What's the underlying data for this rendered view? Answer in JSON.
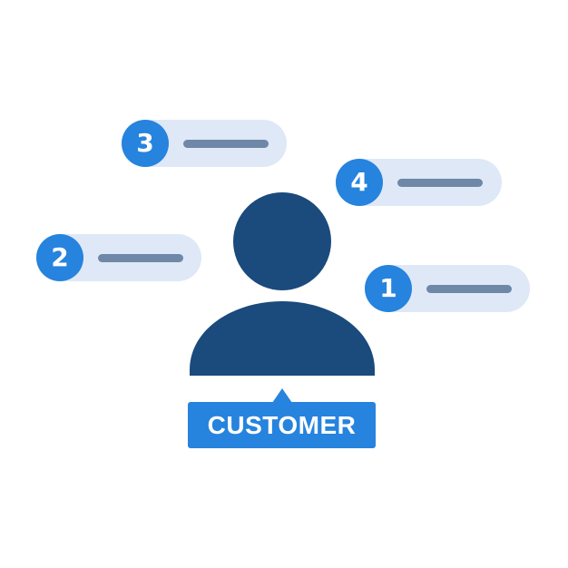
{
  "steps": [
    {
      "number": "1"
    },
    {
      "number": "2"
    },
    {
      "number": "3"
    },
    {
      "number": "4"
    }
  ],
  "customer": {
    "label": "CUSTOMER"
  },
  "colors": {
    "badge": "#2683de",
    "pill": "#dfe8f6",
    "line": "#6f88a8",
    "person": "#1b4a7c",
    "label": "#2683de"
  },
  "icons": {
    "customer": "person-icon"
  }
}
